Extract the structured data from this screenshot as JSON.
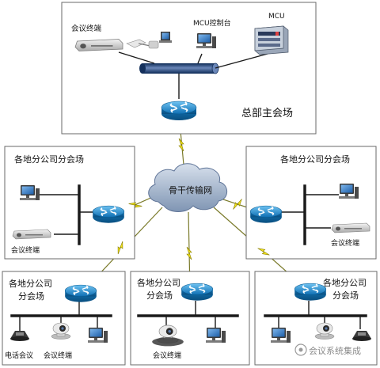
{
  "hq": {
    "title": "总部主会场",
    "terminal_label": "会议终端",
    "mcu_console_label": "MCU控制台",
    "mcu_label": "MCU"
  },
  "backbone": {
    "label": "骨干传输网"
  },
  "branches": {
    "left": {
      "title": "各地分公司分会场",
      "terminal_label": "会议终端"
    },
    "right": {
      "title": "各地分公司分会场",
      "terminal_label": "会议终端"
    },
    "bottom_left": {
      "title_line1": "各地分公司",
      "title_line2": "分会场",
      "phone_label": "电话会议",
      "terminal_label": "会议终端"
    },
    "bottom_center": {
      "title_line1": "各地分公司",
      "title_line2": "分会场",
      "terminal_label": "会议终端"
    },
    "bottom_right": {
      "title_line1": "各地分公司",
      "title_line2": "分会场"
    }
  },
  "watermark": {
    "text": "会议系统集成"
  },
  "icons": [
    "router-icon",
    "cloud-icon",
    "computer-icon",
    "video-terminal-icon",
    "mcu-server-icon",
    "camera-icon",
    "conference-phone-icon",
    "lightning-link-icon"
  ],
  "colors": {
    "router": "#1f8fd6",
    "cloud": "#8fa6c4",
    "link_bolt": "#f2e41a",
    "bus": "#1a1a1a"
  }
}
